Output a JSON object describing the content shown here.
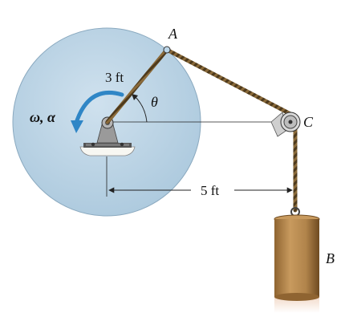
{
  "diagram": {
    "labels": {
      "point_a": "A",
      "point_c": "C",
      "weight_b": "B",
      "radius": "3 ft",
      "angle": "θ",
      "omega_alpha": "ω, α",
      "distance": "5 ft"
    },
    "colors": {
      "disk_fill": "#b9d3e6",
      "disk_edge": "#8aa9bf",
      "rope": "#8a6a3a",
      "rope_dark": "#4e3a1c",
      "weight_body": "#b1844b",
      "weight_dark": "#7a5426",
      "weight_shadow": "#f2dccb",
      "arrow": "#2f86c6",
      "line": "#222222"
    }
  }
}
